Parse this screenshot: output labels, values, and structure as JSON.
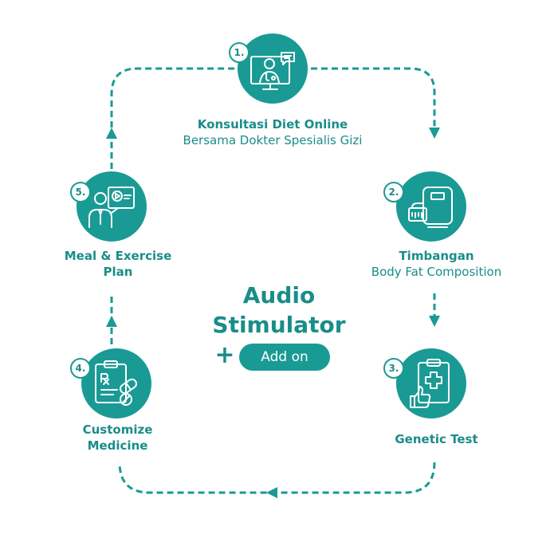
{
  "colors": {
    "teal": "#1a9a95",
    "text": "#1a8d89",
    "background": "#ffffff"
  },
  "center": {
    "title_line1": "Audio",
    "title_line2": "Stimulator",
    "plus": "+",
    "addon_label": "Add on"
  },
  "steps": [
    {
      "number": "1.",
      "title": "Konsultasi Diet Online",
      "subtitle": "Bersama Dokter Spesialis Gizi",
      "icon": "online-doctor-consultation-icon"
    },
    {
      "number": "2.",
      "title": "Timbangan",
      "subtitle": "Body Fat Composition",
      "icon": "body-scale-icon"
    },
    {
      "number": "3.",
      "title": "Genetic Test",
      "subtitle": "",
      "icon": "medical-clipboard-thumbs-up-icon"
    },
    {
      "number": "4.",
      "title_line1": "Customize",
      "title_line2": "Medicine",
      "icon": "prescription-pills-icon"
    },
    {
      "number": "5.",
      "title_line1": "Meal & Exercise",
      "title_line2": "Plan",
      "icon": "presenter-video-board-icon"
    }
  ]
}
